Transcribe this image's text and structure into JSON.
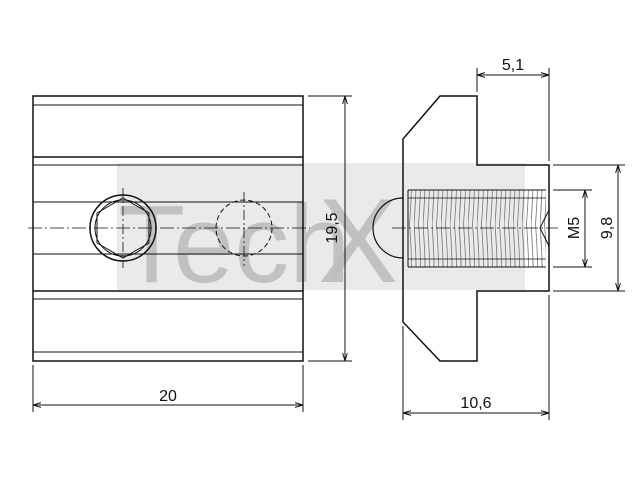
{
  "watermark": {
    "left": "Tech",
    "right": "X"
  },
  "dimensions": {
    "width_front": "20",
    "height_front": "19,5",
    "width_side": "10,6",
    "neck_width": "5,1",
    "thread": "M5",
    "thread_length": "9,8"
  },
  "colors": {
    "line": "#111111",
    "watermark": "#d0d0d0"
  }
}
